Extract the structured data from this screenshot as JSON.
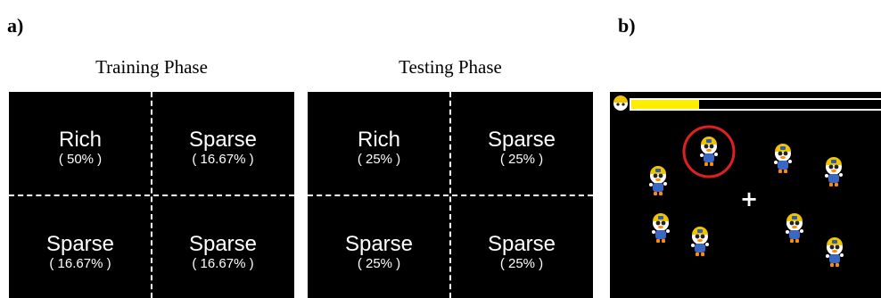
{
  "panel_a": {
    "label": "a)",
    "training": {
      "title": "Training Phase",
      "cells": [
        {
          "name": "Rich",
          "pct": "( 50% )"
        },
        {
          "name": "Sparse",
          "pct": "( 16.67% )"
        },
        {
          "name": "Sparse",
          "pct": "( 16.67% )"
        },
        {
          "name": "Sparse",
          "pct": "( 16.67% )"
        }
      ]
    },
    "testing": {
      "title": "Testing Phase",
      "cells": [
        {
          "name": "Rich",
          "pct": "( 25% )"
        },
        {
          "name": "Sparse",
          "pct": "( 25% )"
        },
        {
          "name": "Sparse",
          "pct": "( 25% )"
        },
        {
          "name": "Sparse",
          "pct": "( 25% )"
        }
      ]
    }
  },
  "panel_b": {
    "label": "b)",
    "fixation": "+",
    "progress_fraction": 0.27,
    "colors": {
      "progress": "#ffee00",
      "highlight_ring": "#e02020",
      "background": "#000000"
    }
  }
}
